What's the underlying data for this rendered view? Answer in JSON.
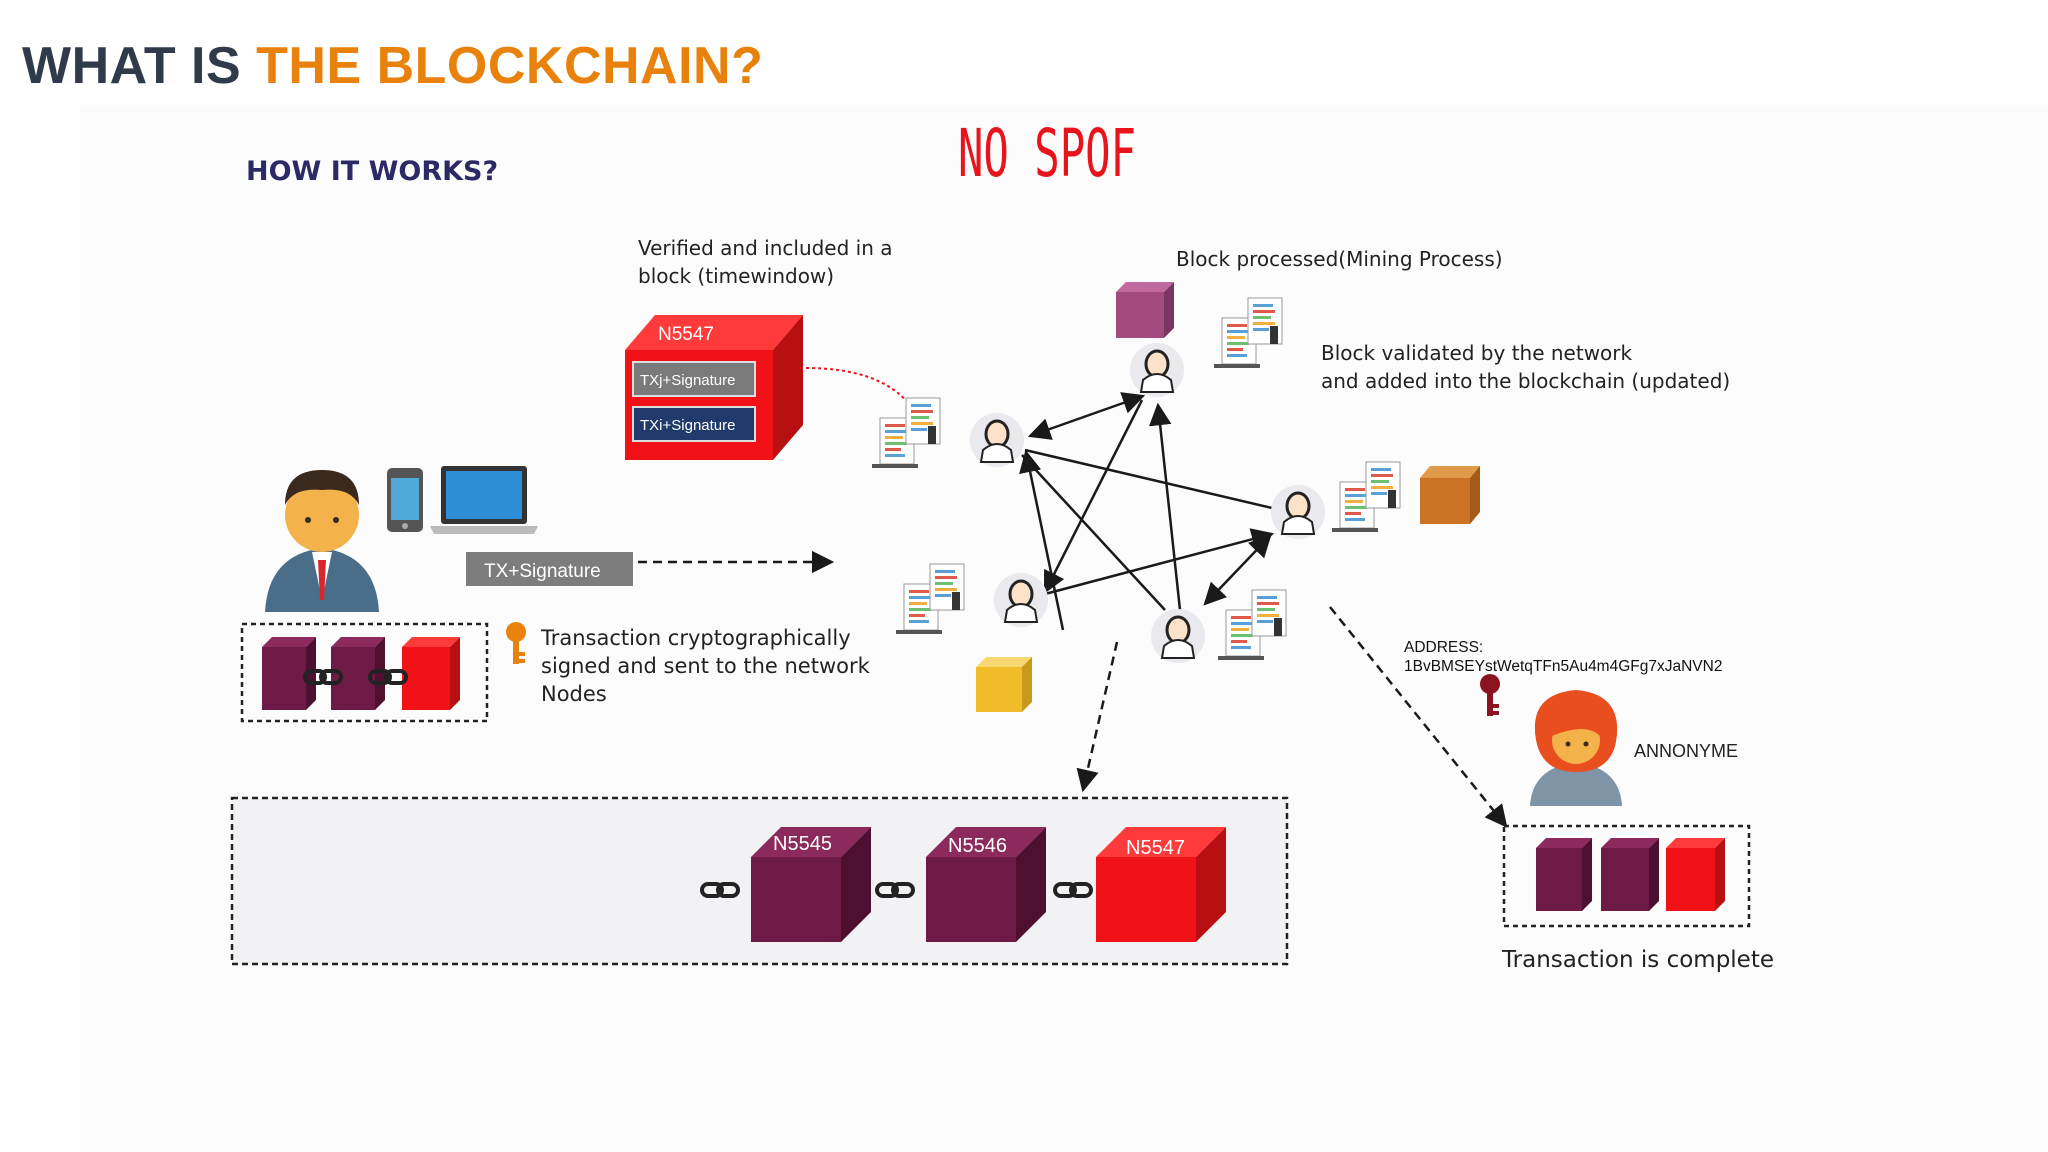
{
  "title": {
    "part1": "WHAT IS ",
    "part2": "THE BLOCKCHAIN?"
  },
  "how_it_works": "HOW IT WORKS?",
  "no_spof": "NO SPOF",
  "verified_label": {
    "line1": "Verified and included in a",
    "line2": "block (timewindow)"
  },
  "block_processed": "Block processed(Mining Process)",
  "block_validated": {
    "line1": "Block validated by the network",
    "line2": "and added into the blockchain (updated)"
  },
  "pending_block": {
    "id": "N5547",
    "tx1": "TXj+Signature",
    "tx2": "TXi+Signature"
  },
  "tx_signature": "TX+Signature",
  "tx_sent": {
    "line1": "Transaction cryptographically",
    "line2": "signed and sent to the network",
    "line3": "Nodes"
  },
  "address": {
    "label": "ADDRESS:",
    "value": "1BvBMSEYstWetqTFn5Au4m4GFg7xJaNVN2"
  },
  "anonyme": "ANNONYME",
  "transaction_complete": "Transaction is complete",
  "chain_blocks": [
    {
      "id": "N5545"
    },
    {
      "id": "N5546"
    },
    {
      "id": "N5547"
    }
  ],
  "colors": {
    "title_dark": "#2f3b4a",
    "title_accent": "#e8820c",
    "spof_red": "#e8141c",
    "block_maroon": "#6e1a47",
    "block_red": "#f01216",
    "how_navy": "#2b2a66"
  }
}
